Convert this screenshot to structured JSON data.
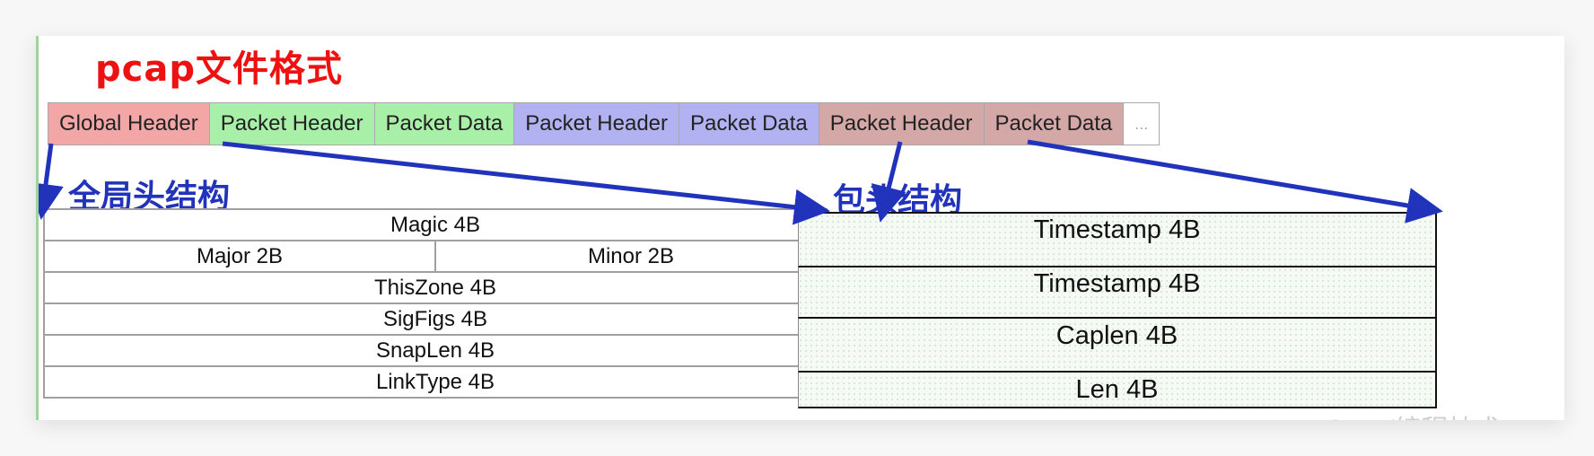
{
  "title": "pcap文件格式",
  "segments": [
    {
      "label": "Global Header",
      "color": "#f2a6a6"
    },
    {
      "label": "Packet Header",
      "color": "#a8f0a8"
    },
    {
      "label": "Packet Data",
      "color": "#a8f0a8"
    },
    {
      "label": "Packet Header",
      "color": "#b2b2f2"
    },
    {
      "label": "Packet Data",
      "color": "#b2b2f2"
    },
    {
      "label": "Packet Header",
      "color": "#d5a8a8"
    },
    {
      "label": "Packet Data",
      "color": "#d5a8a8"
    },
    {
      "label": "...",
      "color": "#ffffff"
    }
  ],
  "global_header": {
    "heading": "全局头结构",
    "rows": {
      "magic": "Magic 4B",
      "major": "Major 2B",
      "minor": "Minor 2B",
      "thiszone": "ThisZone 4B",
      "sigfigs": "SigFigs 4B",
      "snaplen": "SnapLen 4B",
      "linktype": "LinkType 4B"
    }
  },
  "packet_header": {
    "heading": "包头结构",
    "rows": [
      "Timestamp 4B",
      "Timestamp 4B",
      "Caplen 4B",
      "Len 4B"
    ]
  },
  "watermark": "CSDN @L...(编程技术",
  "colors": {
    "title": "#ee1111",
    "heading": "#2233bb",
    "arrow": "#2233bb"
  }
}
